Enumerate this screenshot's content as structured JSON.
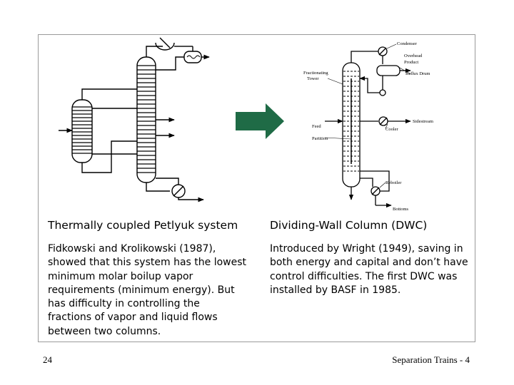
{
  "left": {
    "heading": "Thermally coupled Petlyuk system",
    "body": "Fidkowski and Krolikowski (1987), showed that this system has the lowest minimum molar boilup vapor requirements (minimum energy). But has difficulty in controlling the fractions of vapor and liquid flows between two columns."
  },
  "right": {
    "heading": "Dividing-Wall Column (DWC)",
    "body": "Introduced by Wright (1949), saving in both energy and capital and don’t have control difficulties. The first DWC was installed by BASF in 1985."
  },
  "dwc_labels": {
    "condenser": "Condenser",
    "overhead": "Overhead",
    "product": "Product",
    "reflux_drum": "Reflux Drum",
    "fractionating": "Fractionating",
    "tower": "Tower",
    "sidestream": "Sidestream",
    "cooler": "Cooler",
    "feed": "Feed",
    "partition": "Partition",
    "reboiler": "Reboiler",
    "bottoms": "Bottoms"
  },
  "footer": {
    "page_number": "24",
    "course": "Separation Trains - 4"
  },
  "colors": {
    "arrow": "#1f6b46",
    "border": "#9a9a9a"
  }
}
